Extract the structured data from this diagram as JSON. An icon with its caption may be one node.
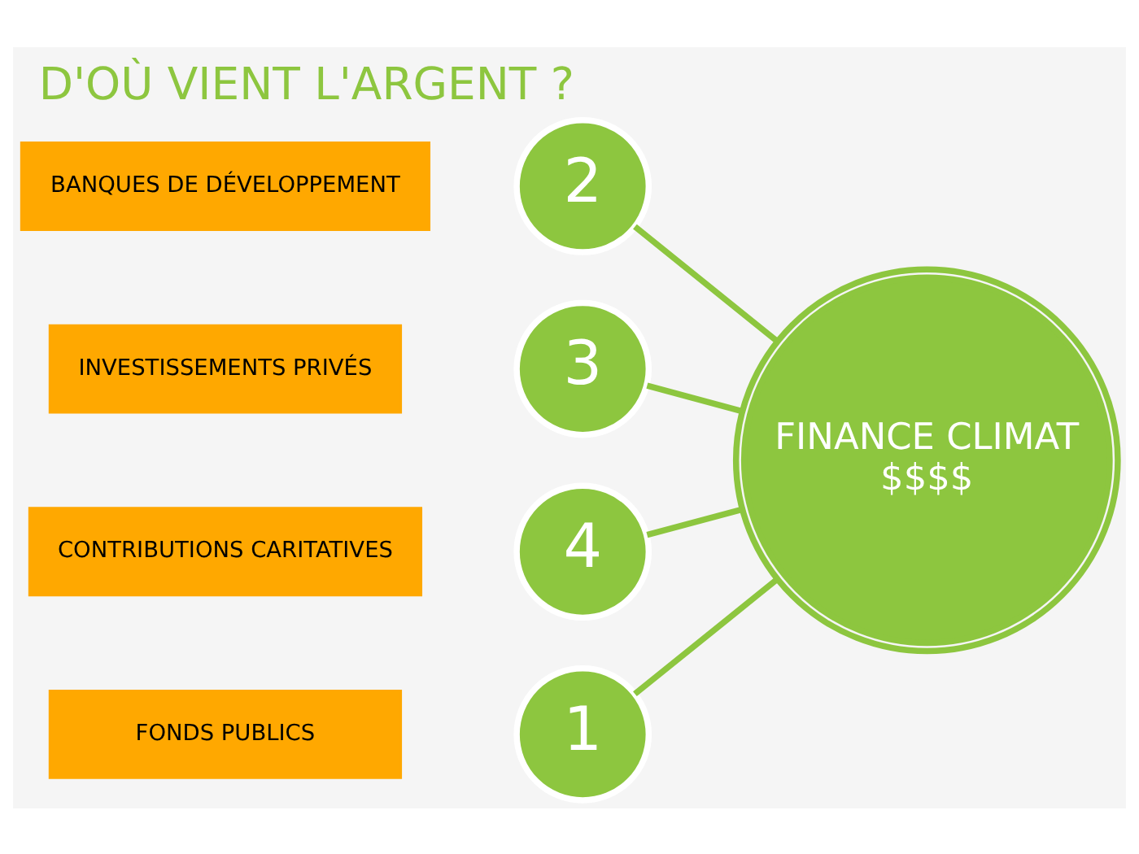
{
  "diagram": {
    "title": "D'OÙ VIENT L'ARGENT ?",
    "nodes": [
      {
        "text": [
          "1"
        ]
      },
      {
        "text": [
          "FONDS PUBLICS"
        ]
      },
      {
        "text": [
          "BANQUES DE DÉVELOPPEMENT"
        ]
      },
      {
        "text": [
          "2"
        ]
      },
      {
        "text": [
          "FINANCE CLIMAT",
          "$$$$"
        ]
      },
      {
        "text": [
          "INVESTISSEMENTS PRIVÉS"
        ]
      },
      {
        "text": [
          "3"
        ]
      },
      {
        "text": [
          "CONTRIBUTIONS CARITATIVES"
        ]
      },
      {
        "text": [
          "4"
        ]
      }
    ],
    "edges": [
      {
        "from": 0,
        "to": 4,
        "arrow": "none"
      },
      {
        "from": 3,
        "to": 4,
        "arrow": "none"
      },
      {
        "from": 6,
        "to": 4,
        "arrow": "none"
      },
      {
        "from": 8,
        "to": 4,
        "arrow": "none"
      }
    ]
  }
}
